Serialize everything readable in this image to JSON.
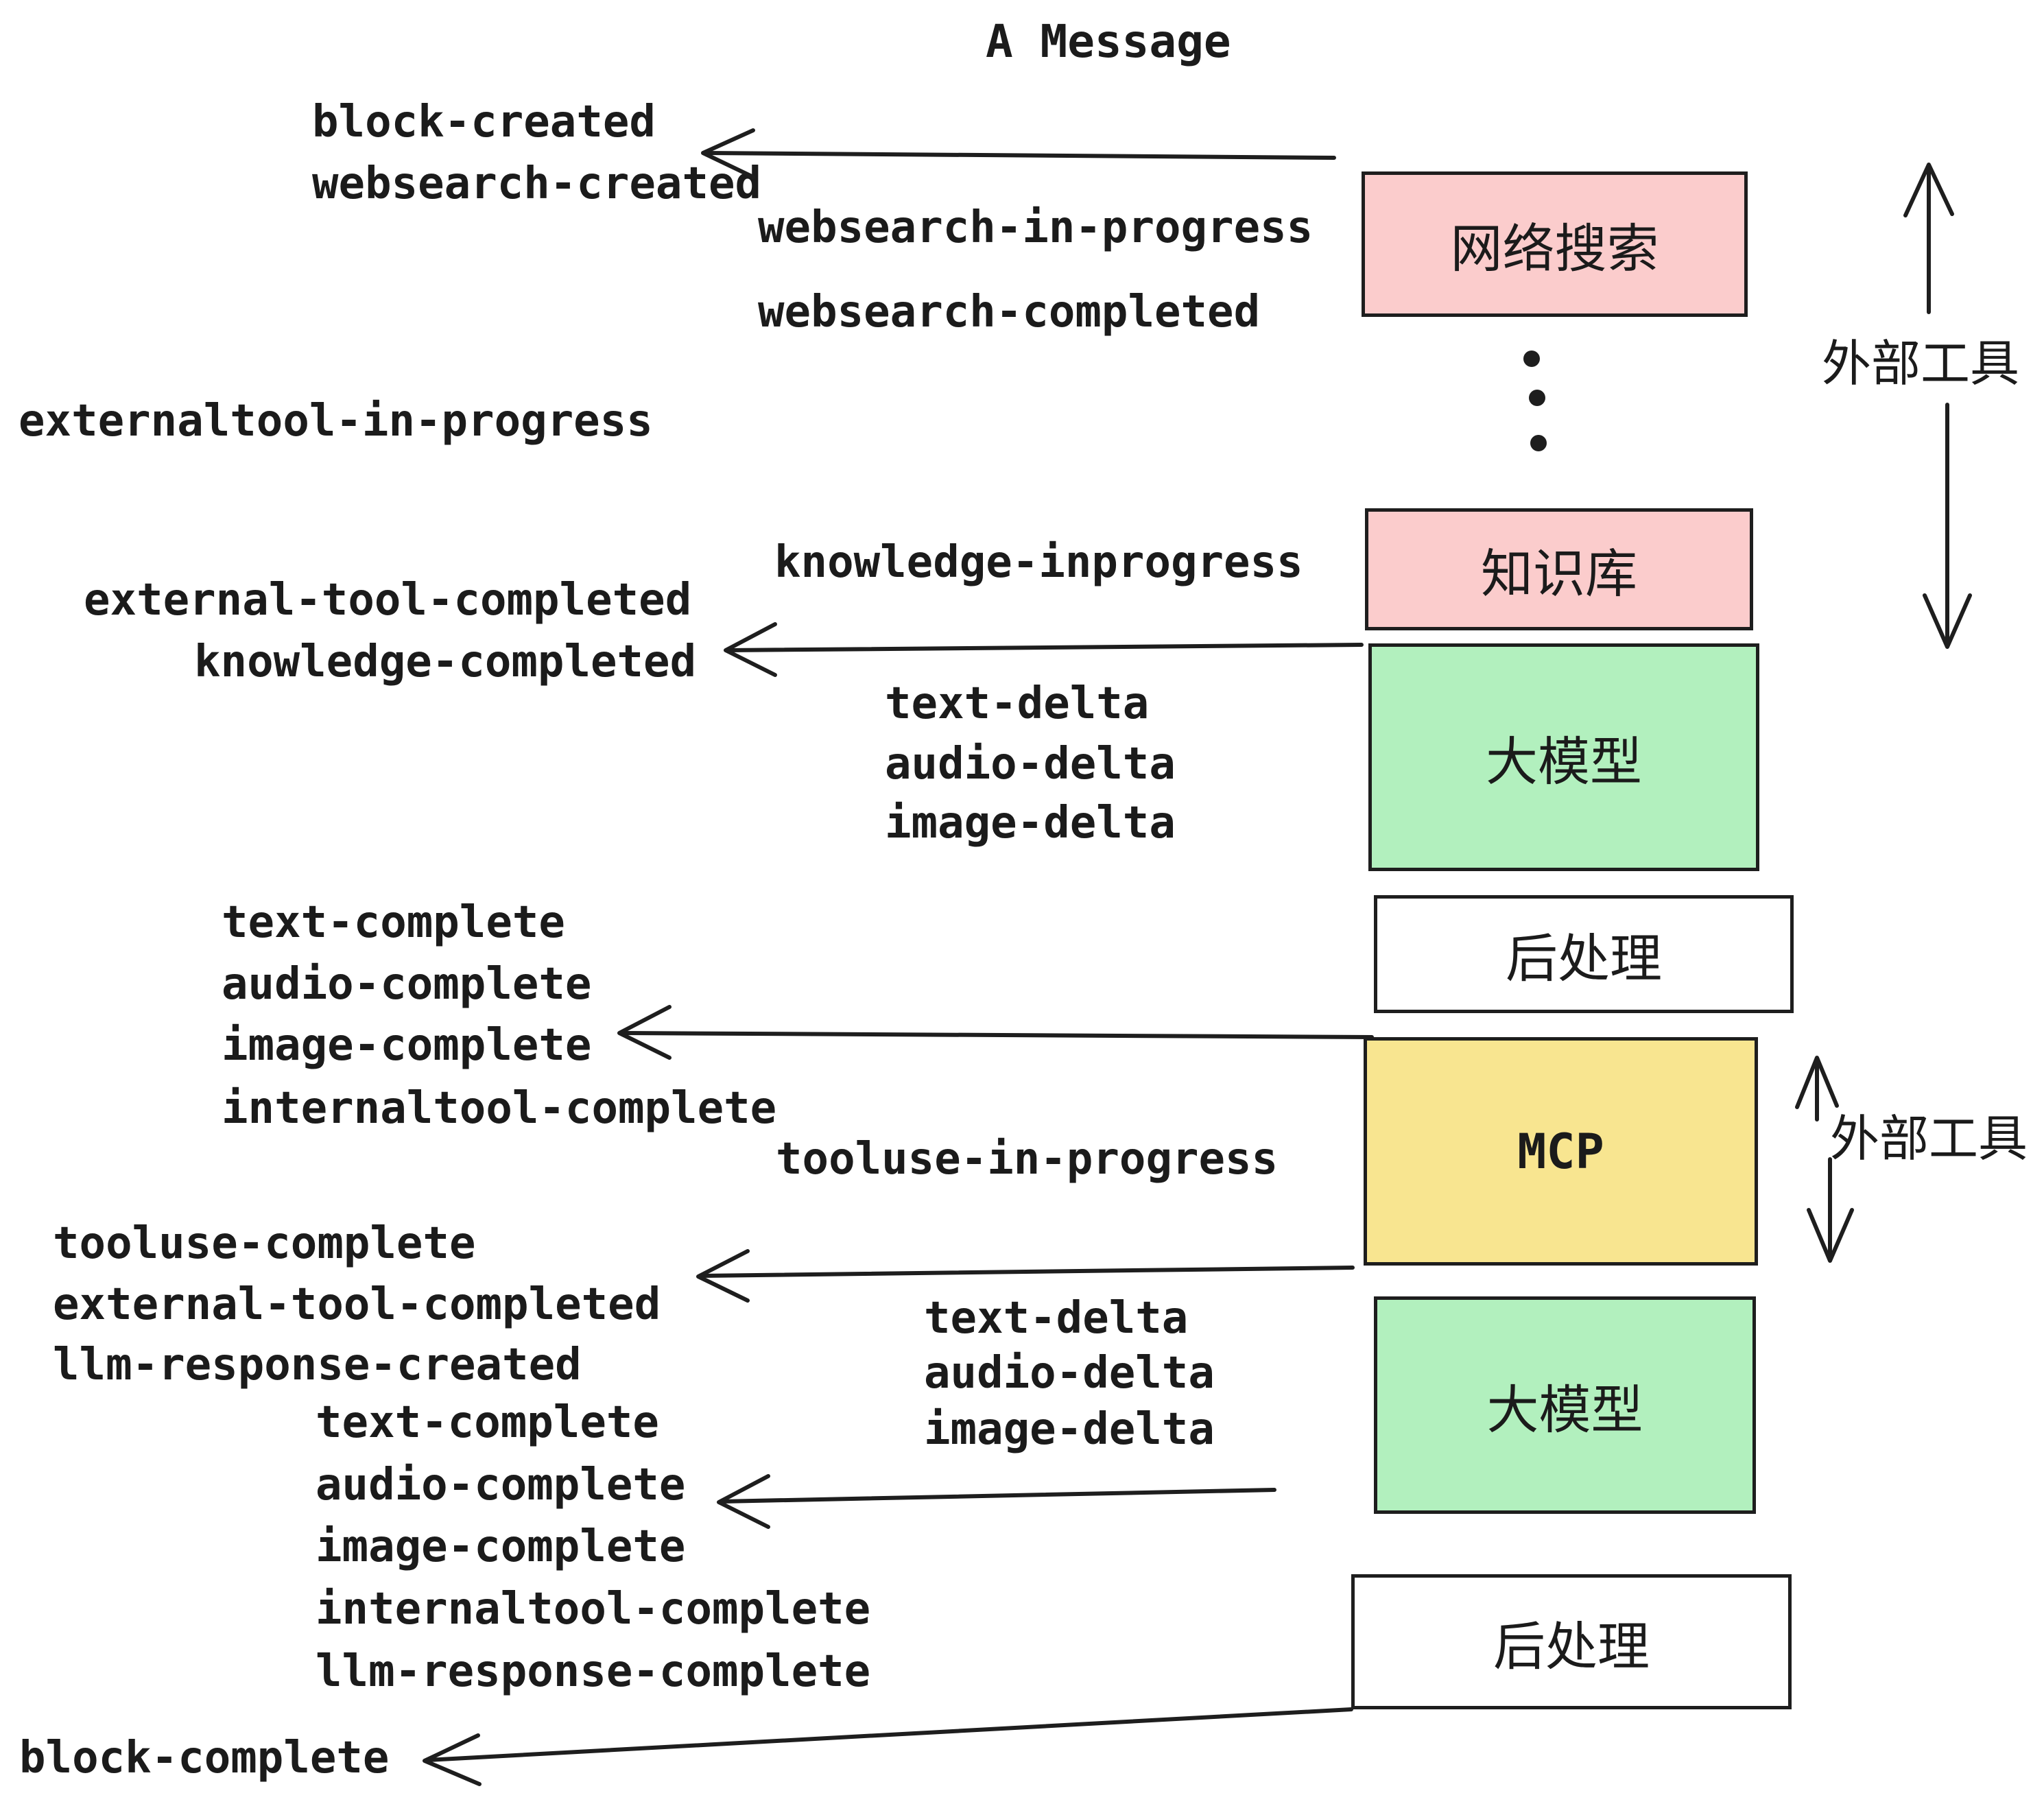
{
  "title": "A Message",
  "events": {
    "block_created": "block-created",
    "websearch_created": "websearch-created",
    "websearch_in_progress": "websearch-in-progress",
    "websearch_completed": "websearch-completed",
    "externaltool_in_progress": "externaltool-in-progress",
    "knowledge_inprogress": "knowledge-inprogress",
    "external_tool_completed": "external-tool-completed",
    "knowledge_completed": "knowledge-completed",
    "text_delta": "text-delta",
    "audio_delta": "audio-delta",
    "image_delta": "image-delta",
    "text_complete": "text-complete",
    "audio_complete": "audio-complete",
    "image_complete": "image-complete",
    "internaltool_complete": "internaltool-complete",
    "tooluse_in_progress": "tooluse-in-progress",
    "tooluse_complete": "tooluse-complete",
    "llm_response_created": "llm-response-created",
    "llm_response_complete": "llm-response-complete",
    "block_complete": "block-complete"
  },
  "boxes": {
    "websearch": {
      "label": "网络搜索",
      "fill": "#fbcccc"
    },
    "knowledge": {
      "label": "知识库",
      "fill": "#fbcccc"
    },
    "llm1": {
      "label": "大模型",
      "fill": "#b2f0be"
    },
    "post1": {
      "label": "后处理",
      "fill": "#ffffff"
    },
    "mcp": {
      "label": "MCP",
      "fill": "#f8e590"
    },
    "llm2": {
      "label": "大模型",
      "fill": "#b2f0be"
    },
    "post2": {
      "label": "后处理",
      "fill": "#ffffff"
    }
  },
  "side_labels": {
    "external_tools_top": "外部工具",
    "external_tools_bottom": "外部工具"
  },
  "colors": {
    "pink": "#fbcccc",
    "green": "#b2f0be",
    "yellow": "#f8e590",
    "stroke": "#1e1e1e",
    "text": "#1b1b1b"
  }
}
